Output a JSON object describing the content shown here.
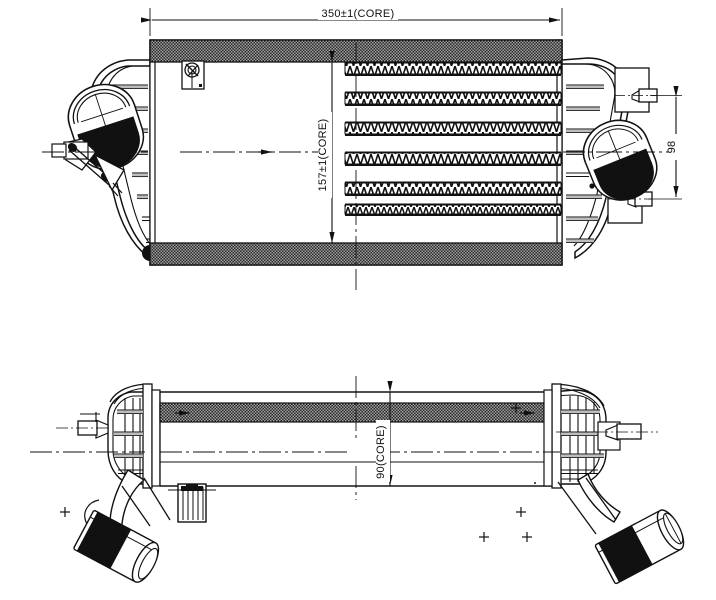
{
  "drawing": {
    "title": "Intercooler / Charge Air Cooler technical drawing",
    "type": "engineering-drawing",
    "views": [
      {
        "name": "front-view",
        "position": "top",
        "label": ""
      },
      {
        "name": "top-view",
        "position": "bottom",
        "label": ""
      }
    ],
    "line_color": "#111111",
    "fill_color": "#ffffff",
    "hatch_color": "#1a1a1a"
  },
  "dimensions": {
    "core_width": {
      "value": "350±1(CORE)",
      "view": "front-view",
      "orientation": "horizontal",
      "placement": "above"
    },
    "core_height": {
      "value": "157±1(CORE)",
      "view": "front-view",
      "orientation": "vertical",
      "placement": "inner-center"
    },
    "tank_height": {
      "value": "98",
      "view": "front-view",
      "orientation": "vertical",
      "placement": "right"
    },
    "core_depth": {
      "value": "90(CORE)",
      "view": "top-view",
      "orientation": "vertical",
      "placement": "inner-center"
    }
  },
  "features": {
    "front_view": {
      "core": {
        "name": "cooler-core",
        "fin_rows": 6,
        "tube_rows": 6
      },
      "top_tank": {
        "name": "upper-tank"
      },
      "bottom_tank": {
        "name": "lower-tank"
      },
      "left_inlet": {
        "name": "left-inlet-port"
      },
      "right_outlet": {
        "name": "right-outlet-port"
      },
      "detail_box": {
        "name": "cap-detail"
      },
      "right_nipples": 2
    },
    "top_view": {
      "core": {
        "name": "cooler-core-depth"
      },
      "left_pipe": {
        "name": "left-pipe-spigot"
      },
      "right_pipe": {
        "name": "right-pipe-spigot"
      },
      "drain_boss": {
        "name": "drain-boss"
      },
      "side_nipple": {
        "name": "side-nipple"
      }
    }
  },
  "colors": {
    "stroke": "#111111",
    "hatch": "#1f1f1f",
    "white": "#ffffff"
  }
}
